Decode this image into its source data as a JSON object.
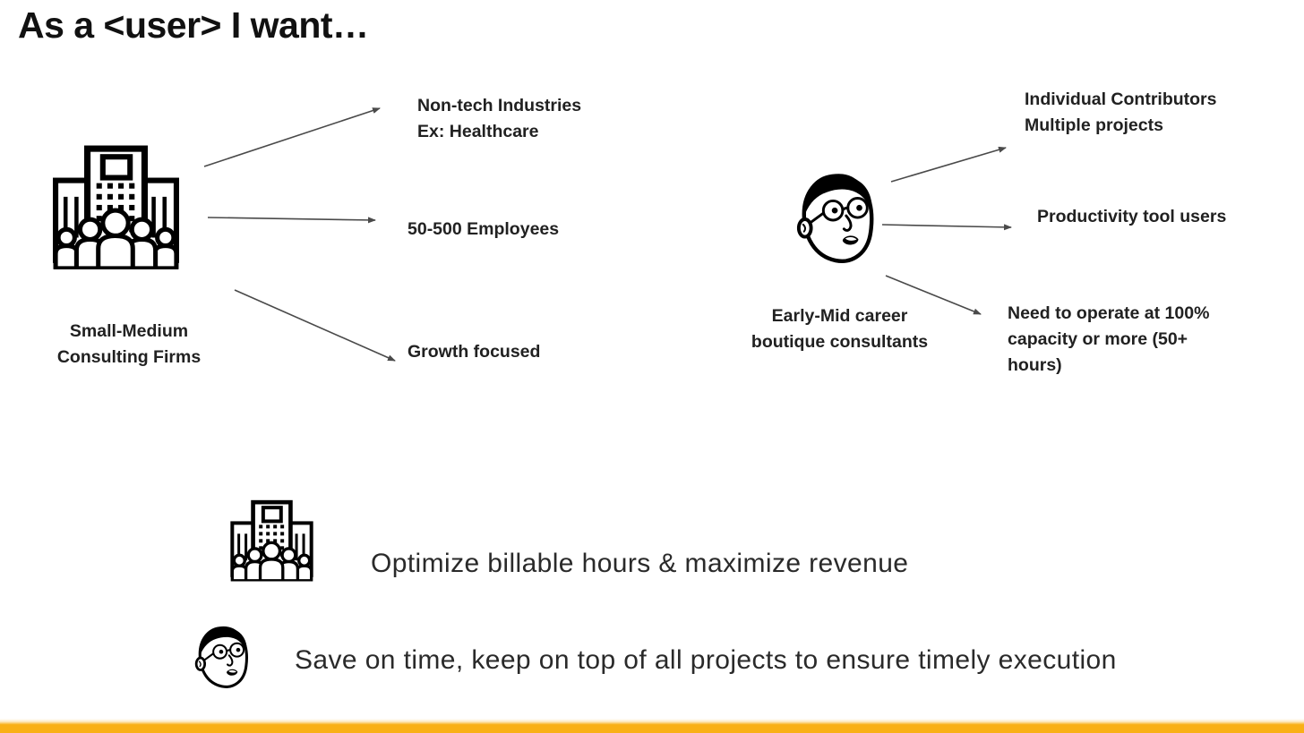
{
  "slide": {
    "title": "As a <user> I want…",
    "personas": [
      {
        "icon": "company-building-icon",
        "name": "Small-Medium\nConsulting Firms",
        "attributes": [
          "Non-tech Industries\nEx: Healthcare",
          "50-500 Employees",
          "Growth focused"
        ]
      },
      {
        "icon": "consultant-face-icon",
        "name": "Early-Mid career\nboutique consultants",
        "attributes": [
          "Individual Contributors\nMultiple projects",
          "Productivity tool users",
          "Need to operate at 100%\ncapacity or more (50+\nhours)"
        ]
      }
    ],
    "goals": [
      {
        "icon": "company-building-icon",
        "text": "Optimize billable hours & maximize revenue"
      },
      {
        "icon": "consultant-face-icon",
        "text": "Save on time, keep on top of all projects to ensure timely execution"
      }
    ],
    "colors": {
      "accent_bar": "#F9B016",
      "arrow": "#4a4a4a",
      "text": "#1f1f1f"
    }
  }
}
